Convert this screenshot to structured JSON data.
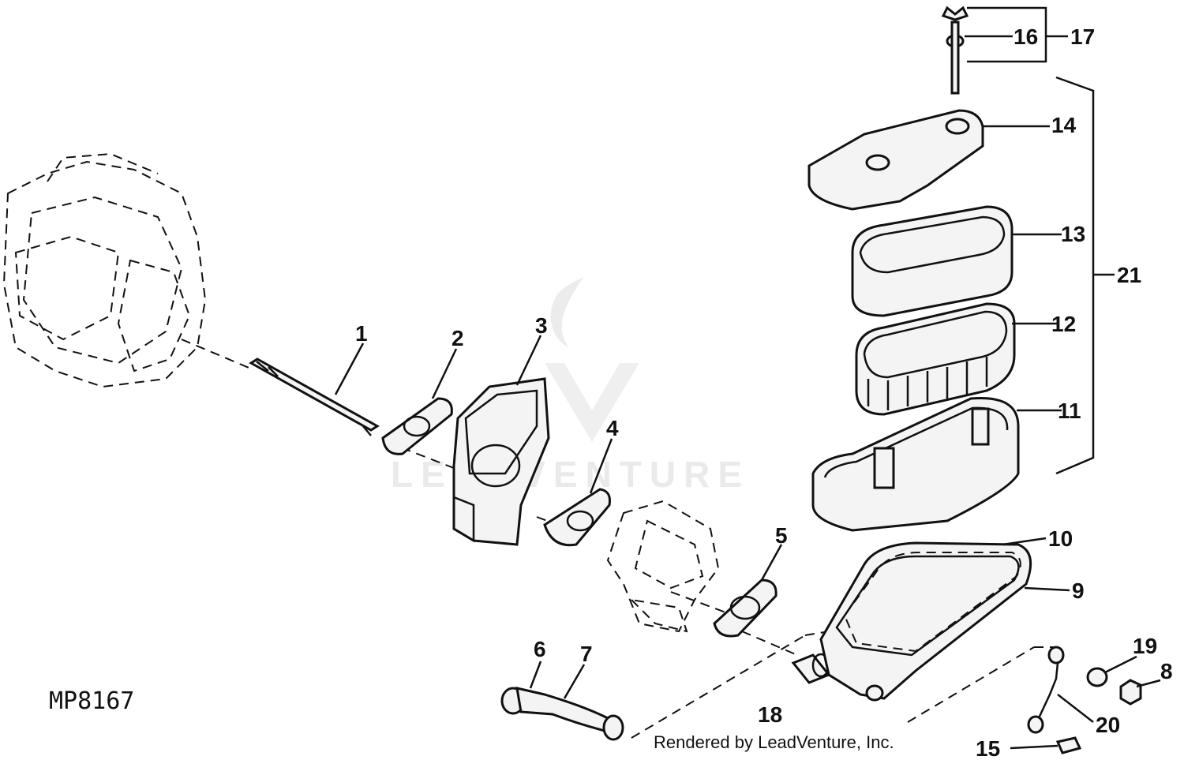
{
  "diagram": {
    "code": "MP8167",
    "credit": "Rendered by LeadVenture, Inc.",
    "watermark": "LEADVENTURE",
    "callouts": [
      "1",
      "2",
      "3",
      "4",
      "5",
      "6",
      "7",
      "8",
      "9",
      "10",
      "11",
      "12",
      "13",
      "14",
      "15",
      "16",
      "17",
      "18",
      "19",
      "20",
      "21"
    ]
  }
}
